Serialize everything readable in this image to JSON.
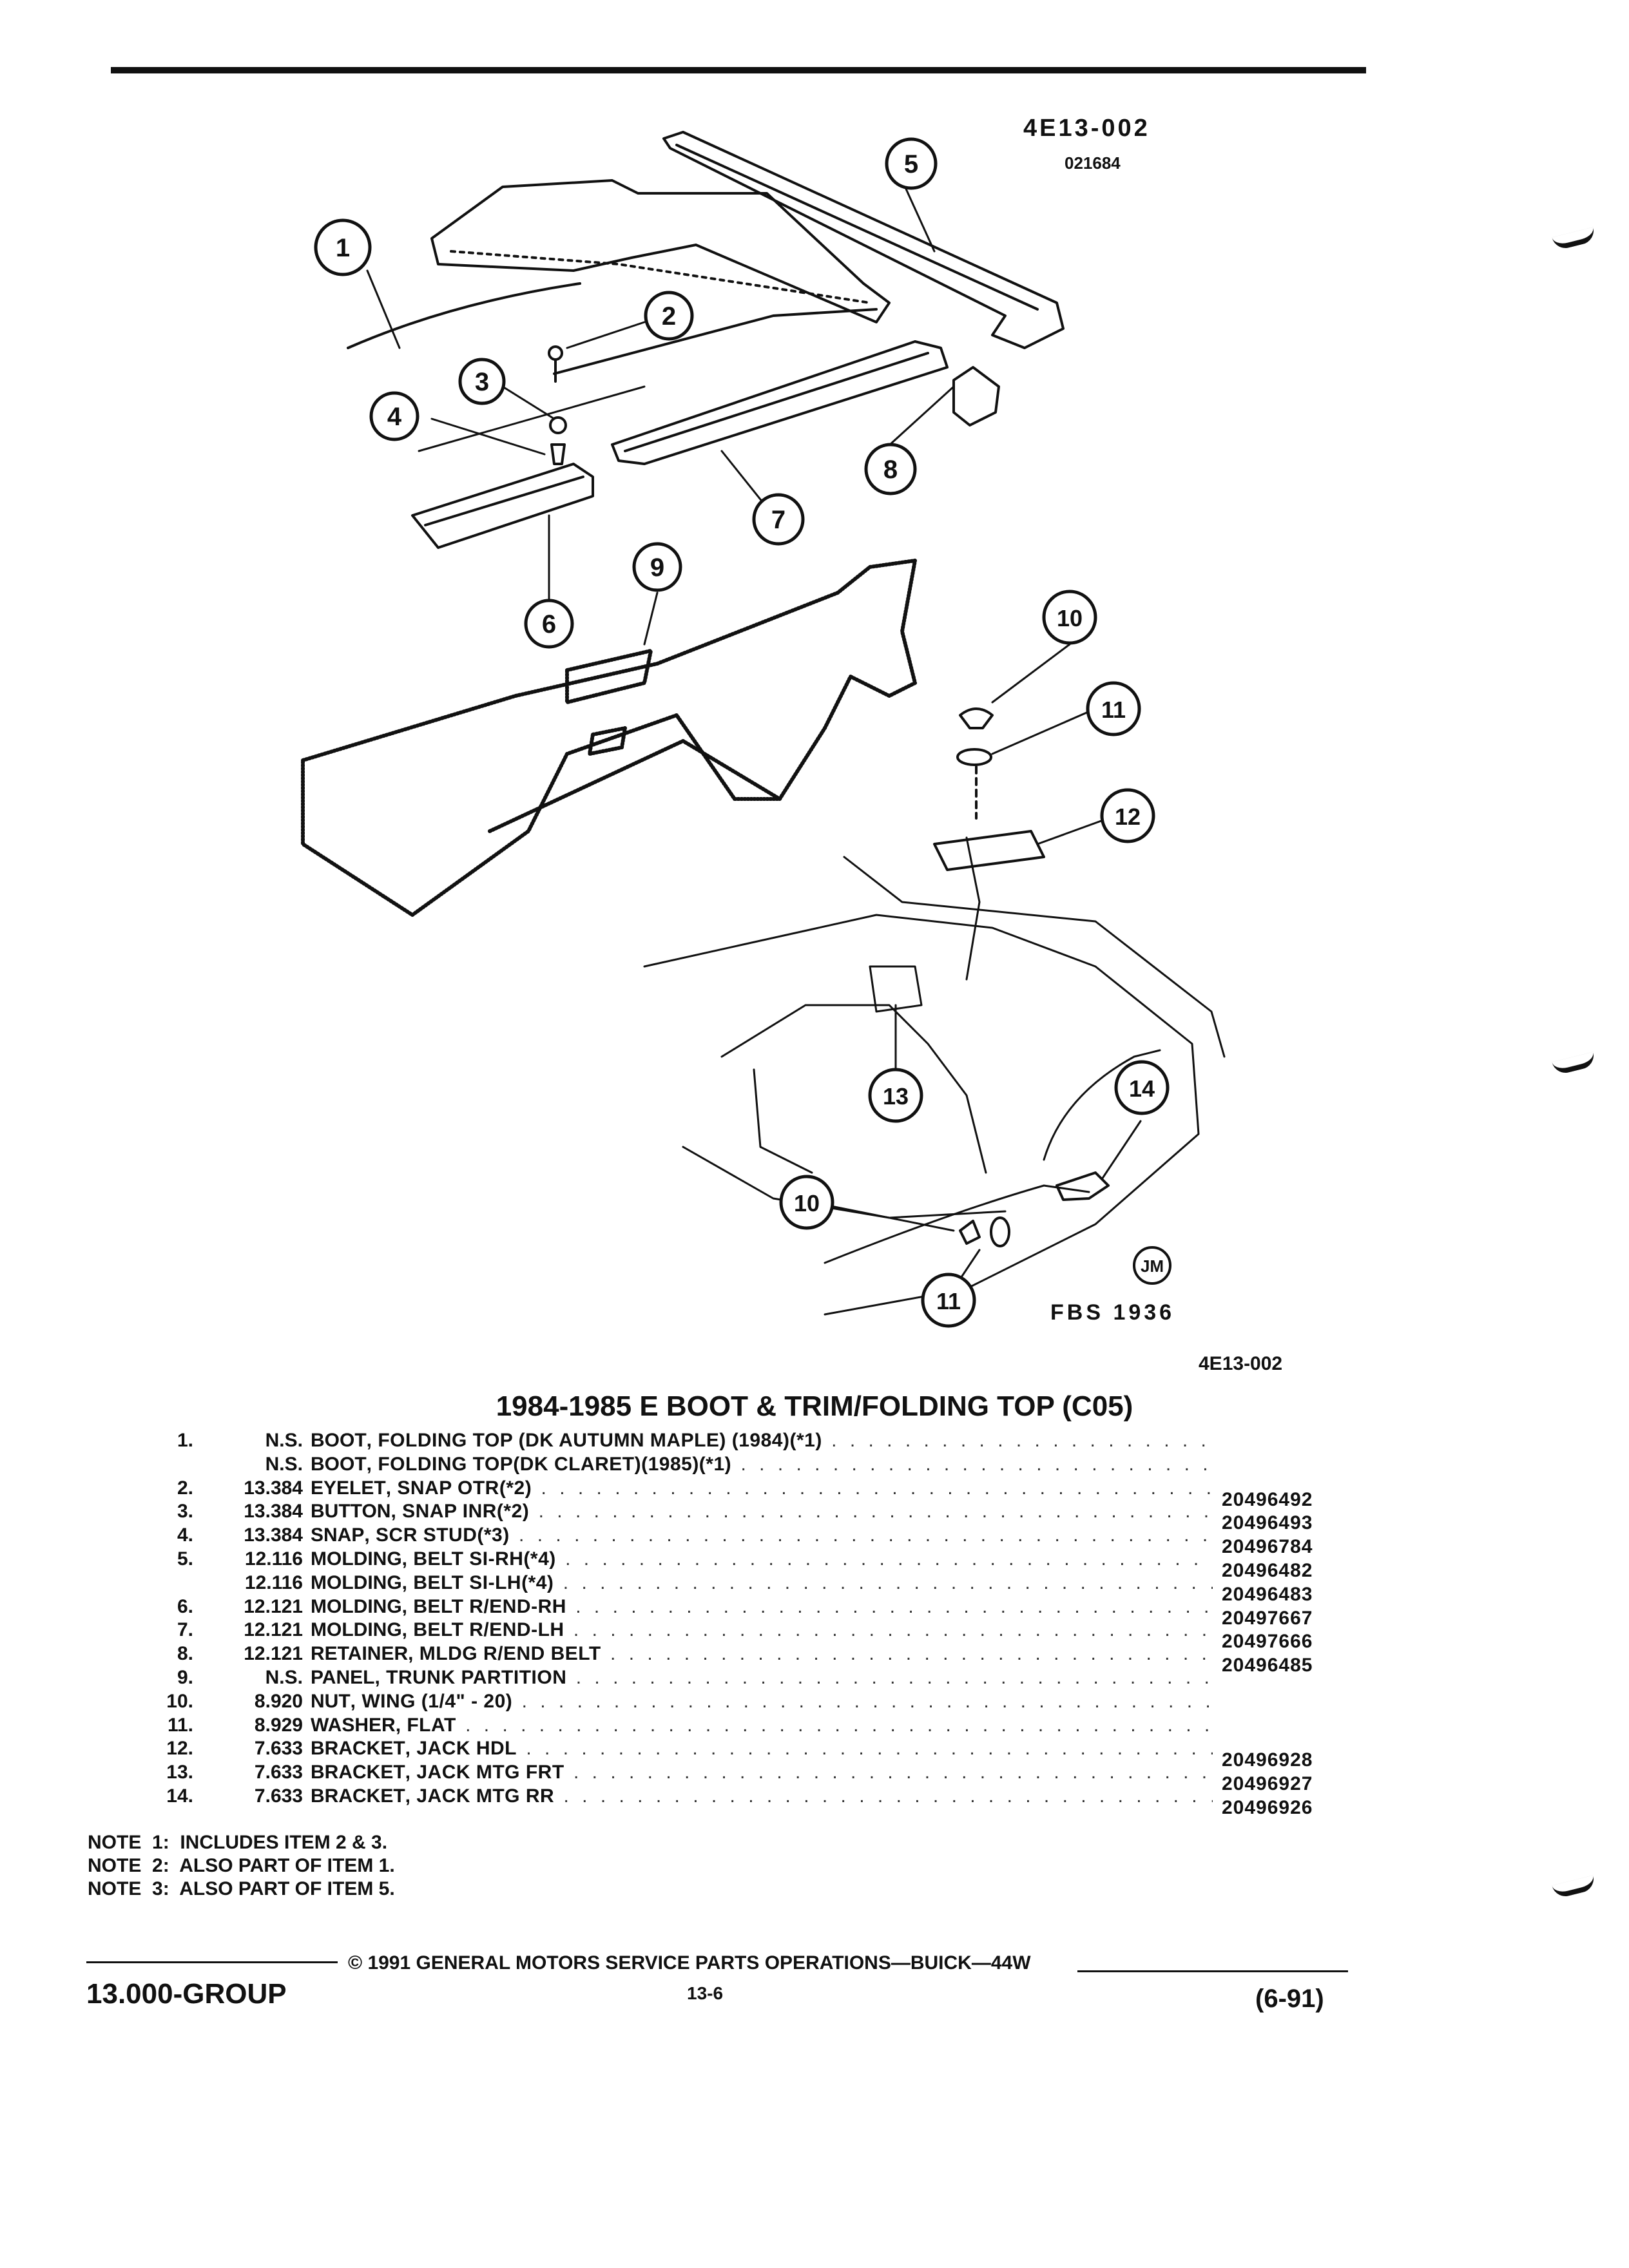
{
  "header": {
    "illustration_code": "4E13-002",
    "ref_number": "021684"
  },
  "diagram": {
    "callouts": [
      "1",
      "2",
      "3",
      "4",
      "5",
      "6",
      "7",
      "8",
      "9",
      "10",
      "11",
      "12",
      "13",
      "14",
      "10",
      "11"
    ],
    "artist_mark": "JM",
    "fbs_label": "FBS 1936",
    "bottom_code": "4E13-002"
  },
  "title": "1984-1985 E BOOT & TRIM/FOLDING TOP (C05)",
  "parts": [
    {
      "item": "1.",
      "group": "N.S.",
      "name": "BOOT",
      "desc": ", FOLDING TOP (DK AUTUMN MAPLE) (1984)(*1)",
      "part_no": ""
    },
    {
      "item": "",
      "group": "N.S.",
      "name": "BOOT",
      "desc": ", FOLDING TOP(DK CLARET)(1985)(*1)",
      "part_no": ""
    },
    {
      "item": "2.",
      "group": "13.384",
      "name": "EYELET",
      "desc": ", SNAP OTR(*2)",
      "part_no": "20496492"
    },
    {
      "item": "3.",
      "group": "13.384",
      "name": "BUTTON",
      "desc": ", SNAP INR(*2)",
      "part_no": "20496493"
    },
    {
      "item": "4.",
      "group": "13.384",
      "name": "SNAP",
      "desc": ", SCR STUD(*3)",
      "part_no": "20496784"
    },
    {
      "item": "5.",
      "group": "12.116",
      "name": "MOLDING",
      "desc": ", BELT SI-RH(*4)",
      "part_no": "20496482"
    },
    {
      "item": "",
      "group": "12.116",
      "name": "MOLDING",
      "desc": ", BELT SI-LH(*4)",
      "part_no": "20496483"
    },
    {
      "item": "6.",
      "group": "12.121",
      "name": "MOLDING",
      "desc": ", BELT R/END-RH",
      "part_no": "20497667"
    },
    {
      "item": "7.",
      "group": "12.121",
      "name": "MOLDING",
      "desc": ", BELT R/END-LH",
      "part_no": "20497666"
    },
    {
      "item": "8.",
      "group": "12.121",
      "name": "RETAINER",
      "desc": ", MLDG R/END BELT",
      "part_no": "20496485"
    },
    {
      "item": "9.",
      "group": "N.S.",
      "name": "PANEL",
      "desc": ", TRUNK PARTITION",
      "part_no": ""
    },
    {
      "item": "10.",
      "group": "8.920",
      "name": "NUT",
      "desc": ", WING (1/4\" - 20)",
      "part_no": ""
    },
    {
      "item": "11.",
      "group": "8.929",
      "name": "WASHER",
      "desc": ", FLAT",
      "part_no": ""
    },
    {
      "item": "12.",
      "group": "7.633",
      "name": "BRACKET",
      "desc": ", JACK HDL",
      "part_no": "20496928"
    },
    {
      "item": "13.",
      "group": "7.633",
      "name": "BRACKET",
      "desc": ", JACK MTG FRT",
      "part_no": "20496927"
    },
    {
      "item": "14.",
      "group": "7.633",
      "name": "BRACKET",
      "desc": ", JACK MTG RR",
      "part_no": "20496926"
    }
  ],
  "notes": [
    "NOTE  1:  INCLUDES ITEM 2 & 3.",
    "NOTE  2:  ALSO PART OF ITEM 1.",
    "NOTE  3:  ALSO PART OF ITEM 5."
  ],
  "footer": {
    "group": "13.000-GROUP",
    "copyright": "© 1991  GENERAL MOTORS SERVICE PARTS OPERATIONS—BUICK—44W",
    "page": "13-6",
    "date": "(6-91)"
  }
}
